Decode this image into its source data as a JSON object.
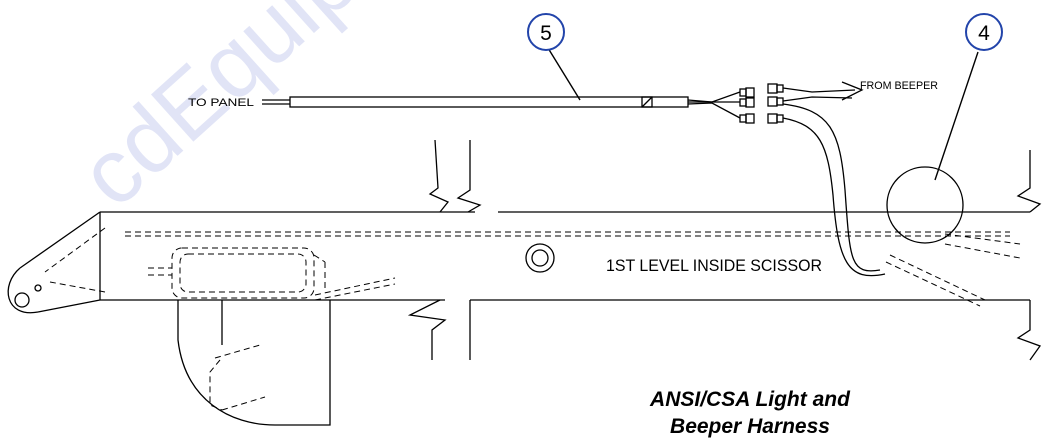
{
  "callouts": [
    {
      "number": "5"
    },
    {
      "number": "4"
    }
  ],
  "labels": {
    "to_panel": "TO PANEL",
    "from_beeper": "FROM BEEPER",
    "arm_label": "1ST LEVEL INSIDE SCISSOR"
  },
  "caption": {
    "line1": "ANSI/CSA Light and",
    "line2": "Beeper Harness"
  },
  "watermark": "cdEquipment.co",
  "colors": {
    "callout_stroke": "#2244aa",
    "line": "#000000"
  }
}
